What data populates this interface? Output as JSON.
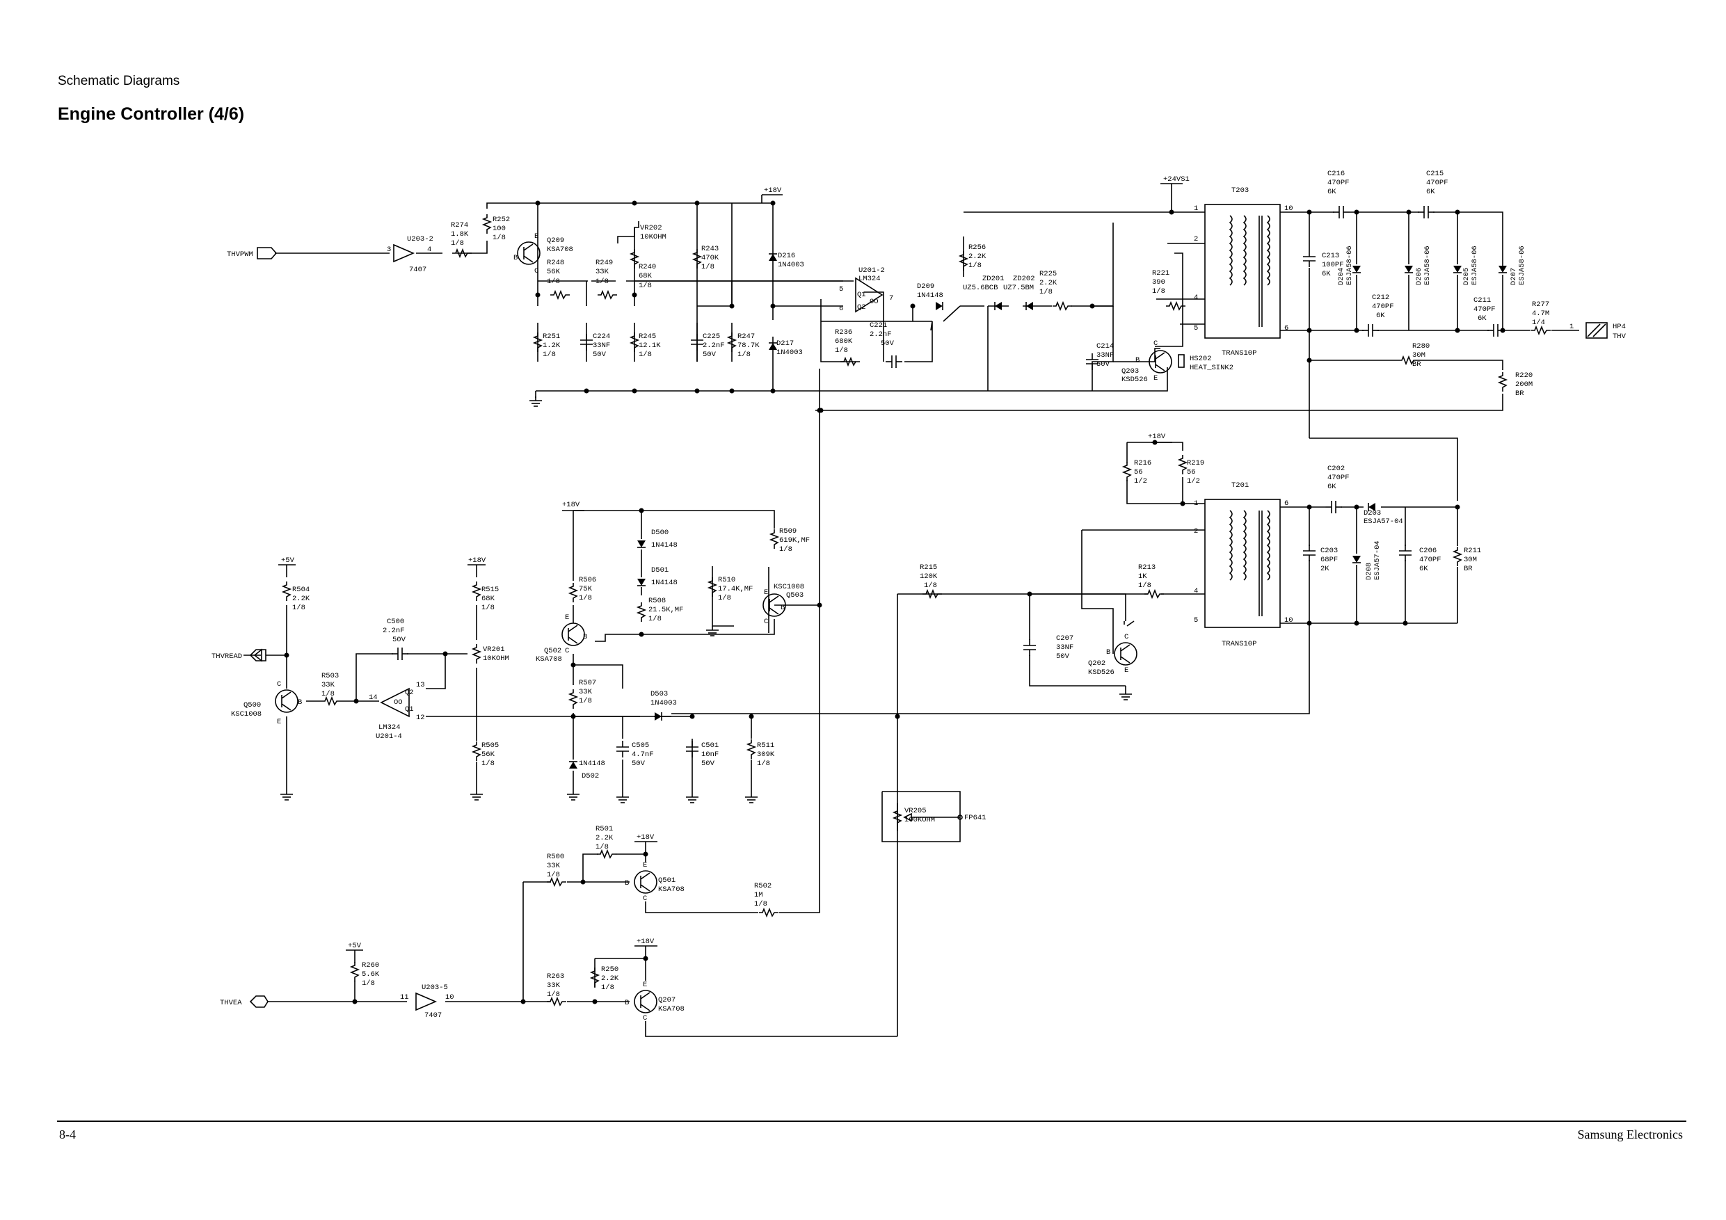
{
  "header": {
    "section": "Schematic Diagrams",
    "title": "Engine Controller (4/6)"
  },
  "footer": {
    "page_number": "8-4",
    "brand": "Samsung Electronics"
  },
  "labels": [
    {
      "id": "thvpwm",
      "t": "THVPWM"
    },
    {
      "id": "u2032",
      "t": "U203-2"
    },
    {
      "id": "p3a",
      "t": "3"
    },
    {
      "id": "p4a",
      "t": "4"
    },
    {
      "id": "i7407a",
      "t": "7407"
    },
    {
      "id": "r274a",
      "t": "R274"
    },
    {
      "id": "r274b",
      "t": "1.8K"
    },
    {
      "id": "r274c",
      "t": "1/8"
    },
    {
      "id": "r252a",
      "t": "R252"
    },
    {
      "id": "r252b",
      "t": "100"
    },
    {
      "id": "r252c",
      "t": "1/8"
    },
    {
      "id": "q209a",
      "t": "Q209"
    },
    {
      "id": "q209b",
      "t": "KSA708"
    },
    {
      "id": "q209e",
      "t": "E"
    },
    {
      "id": "q209bb",
      "t": "B"
    },
    {
      "id": "q209c",
      "t": "C"
    },
    {
      "id": "r248a",
      "t": "R248"
    },
    {
      "id": "r248b",
      "t": "56K"
    },
    {
      "id": "r248c",
      "t": "1/8"
    },
    {
      "id": "r249a",
      "t": "R249"
    },
    {
      "id": "r249b",
      "t": "33K"
    },
    {
      "id": "r249c",
      "t": "1/8"
    },
    {
      "id": "vr202a",
      "t": "VR202"
    },
    {
      "id": "vr202b",
      "t": "10KOHM"
    },
    {
      "id": "r240a",
      "t": "R240"
    },
    {
      "id": "r240b",
      "t": "68K"
    },
    {
      "id": "r240c",
      "t": "1/8"
    },
    {
      "id": "r243a",
      "t": "R243"
    },
    {
      "id": "r243b",
      "t": "470K"
    },
    {
      "id": "r243c",
      "t": "1/8"
    },
    {
      "id": "v18a",
      "t": "+18V"
    },
    {
      "id": "d216a",
      "t": "D216"
    },
    {
      "id": "d216b",
      "t": "1N4003"
    },
    {
      "id": "u2012a",
      "t": "U201-2"
    },
    {
      "id": "u2012b",
      "t": "LM324"
    },
    {
      "id": "u2012q1",
      "t": "Q1"
    },
    {
      "id": "u2012q2",
      "t": "Q2"
    },
    {
      "id": "u2012oo",
      "t": "OO"
    },
    {
      "id": "p5",
      "t": "5"
    },
    {
      "id": "p6",
      "t": "6"
    },
    {
      "id": "p7",
      "t": "7"
    },
    {
      "id": "r251a",
      "t": "R251"
    },
    {
      "id": "r251b",
      "t": "1.2K"
    },
    {
      "id": "r251c",
      "t": "1/8"
    },
    {
      "id": "c224a",
      "t": "C224"
    },
    {
      "id": "c224b",
      "t": "33NF"
    },
    {
      "id": "c224c",
      "t": "50V"
    },
    {
      "id": "r245a",
      "t": "R245"
    },
    {
      "id": "r245b",
      "t": "12.1K"
    },
    {
      "id": "r245c",
      "t": "1/8"
    },
    {
      "id": "c225a",
      "t": "C225"
    },
    {
      "id": "c225b",
      "t": "2.2nF"
    },
    {
      "id": "c225c",
      "t": "50V"
    },
    {
      "id": "r247a",
      "t": "R247"
    },
    {
      "id": "r247b",
      "t": "78.7K"
    },
    {
      "id": "r247c",
      "t": "1/8"
    },
    {
      "id": "d217a",
      "t": "D217"
    },
    {
      "id": "d217b",
      "t": "1N4003"
    },
    {
      "id": "r236a",
      "t": "R236"
    },
    {
      "id": "r236b",
      "t": "680K"
    },
    {
      "id": "r236c",
      "t": "1/8"
    },
    {
      "id": "c221a",
      "t": "C221"
    },
    {
      "id": "c221b",
      "t": "2.2nF"
    },
    {
      "id": "c221c",
      "t": "50V"
    },
    {
      "id": "d209a",
      "t": "D209"
    },
    {
      "id": "d209b",
      "t": "1N4148"
    },
    {
      "id": "r256a",
      "t": "R256"
    },
    {
      "id": "r256b",
      "t": "2.2K"
    },
    {
      "id": "r256c",
      "t": "1/8"
    },
    {
      "id": "zd201a",
      "t": "ZD201"
    },
    {
      "id": "zd201b",
      "t": "UZ5.6BCB"
    },
    {
      "id": "zd202a",
      "t": "ZD202"
    },
    {
      "id": "zd202b",
      "t": "UZ7.5BM"
    },
    {
      "id": "r225a",
      "t": "R225"
    },
    {
      "id": "r225b",
      "t": "2.2K"
    },
    {
      "id": "r225c",
      "t": "1/8"
    },
    {
      "id": "v24",
      "t": "+24VS1"
    },
    {
      "id": "t203",
      "t": "T203"
    },
    {
      "id": "t203p1",
      "t": "1"
    },
    {
      "id": "t203p2",
      "t": "2"
    },
    {
      "id": "t203p4",
      "t": "4"
    },
    {
      "id": "t203p5",
      "t": "5"
    },
    {
      "id": "t203p10",
      "t": "10"
    },
    {
      "id": "t203p6",
      "t": "6"
    },
    {
      "id": "r221a",
      "t": "R221"
    },
    {
      "id": "r221b",
      "t": "390"
    },
    {
      "id": "r221c",
      "t": "1/8"
    },
    {
      "id": "c214a",
      "t": "C214"
    },
    {
      "id": "c214b",
      "t": "33NF"
    },
    {
      "id": "c214c",
      "t": "50V"
    },
    {
      "id": "q203a",
      "t": "Q203"
    },
    {
      "id": "q203b",
      "t": "KSD526"
    },
    {
      "id": "q203c",
      "t": "C"
    },
    {
      "id": "q203bb",
      "t": "B"
    },
    {
      "id": "q203e",
      "t": "E"
    },
    {
      "id": "hs202a",
      "t": "HS202"
    },
    {
      "id": "hs202b",
      "t": "HEAT_SINK2"
    },
    {
      "id": "trans1",
      "t": "TRANS10P"
    },
    {
      "id": "c216a",
      "t": "C216"
    },
    {
      "id": "c216b",
      "t": "470PF"
    },
    {
      "id": "c216c",
      "t": "6K"
    },
    {
      "id": "c215a",
      "t": "C215"
    },
    {
      "id": "c215b",
      "t": "470PF"
    },
    {
      "id": "c215c",
      "t": "6K"
    },
    {
      "id": "c213a",
      "t": "C213"
    },
    {
      "id": "c213b",
      "t": "100PF"
    },
    {
      "id": "c213c",
      "t": "6K"
    },
    {
      "id": "d204a",
      "t": "D204"
    },
    {
      "id": "d204b",
      "t": "ESJA58-06"
    },
    {
      "id": "d206a",
      "t": "D206"
    },
    {
      "id": "d206b",
      "t": "ESJA58-06"
    },
    {
      "id": "d205a",
      "t": "D205"
    },
    {
      "id": "d205b",
      "t": "ESJA58-06"
    },
    {
      "id": "d207a",
      "t": "D207"
    },
    {
      "id": "d207b",
      "t": "ESJA58-06"
    },
    {
      "id": "c212a",
      "t": "C212"
    },
    {
      "id": "c212b",
      "t": "470PF"
    },
    {
      "id": "c212c",
      "t": "6K"
    },
    {
      "id": "c211a",
      "t": "C211"
    },
    {
      "id": "c211b",
      "t": "470PF"
    },
    {
      "id": "c211c",
      "t": "6K"
    },
    {
      "id": "r277a",
      "t": "R277"
    },
    {
      "id": "r277b",
      "t": "4.7M"
    },
    {
      "id": "r277c",
      "t": "1/4"
    },
    {
      "id": "hp4p",
      "t": "1"
    },
    {
      "id": "hp4a",
      "t": "HP4"
    },
    {
      "id": "hp4b",
      "t": "THV"
    },
    {
      "id": "r280a",
      "t": "R280"
    },
    {
      "id": "r280b",
      "t": "30M"
    },
    {
      "id": "r280c",
      "t": "BR"
    },
    {
      "id": "r220a",
      "t": "R220"
    },
    {
      "id": "r220b",
      "t": "200M"
    },
    {
      "id": "r220c",
      "t": "BR"
    },
    {
      "id": "v18b",
      "t": "+18V"
    },
    {
      "id": "r216a",
      "t": "R216"
    },
    {
      "id": "r216b",
      "t": "56"
    },
    {
      "id": "r216c",
      "t": "1/2"
    },
    {
      "id": "r219a",
      "t": "R219"
    },
    {
      "id": "r219b",
      "t": "56"
    },
    {
      "id": "r219c",
      "t": "1/2"
    },
    {
      "id": "t201",
      "t": "T201"
    },
    {
      "id": "t201p1",
      "t": "1"
    },
    {
      "id": "t201p2",
      "t": "2"
    },
    {
      "id": "t201p4",
      "t": "4"
    },
    {
      "id": "t201p5",
      "t": "5"
    },
    {
      "id": "t201p6",
      "t": "6"
    },
    {
      "id": "t201p10",
      "t": "10"
    },
    {
      "id": "c202a",
      "t": "C202"
    },
    {
      "id": "c202b",
      "t": "470PF"
    },
    {
      "id": "c202c",
      "t": "6K"
    },
    {
      "id": "d203a",
      "t": "D203"
    },
    {
      "id": "d203b",
      "t": "ESJA57-04"
    },
    {
      "id": "d208a",
      "t": "D208"
    },
    {
      "id": "d208b",
      "t": "ESJA57-04"
    },
    {
      "id": "c203a",
      "t": "C203"
    },
    {
      "id": "c203b",
      "t": "68PF"
    },
    {
      "id": "c203c",
      "t": "2K"
    },
    {
      "id": "c206a",
      "t": "C206"
    },
    {
      "id": "c206b",
      "t": "470PF"
    },
    {
      "id": "c206c",
      "t": "6K"
    },
    {
      "id": "r211a",
      "t": "R211"
    },
    {
      "id": "r211b",
      "t": "30M"
    },
    {
      "id": "r211c",
      "t": "BR"
    },
    {
      "id": "trans2",
      "t": "TRANS10P"
    },
    {
      "id": "r215a",
      "t": "R215"
    },
    {
      "id": "r215b",
      "t": "120K"
    },
    {
      "id": "r215c",
      "t": "1/8"
    },
    {
      "id": "r213a",
      "t": "R213"
    },
    {
      "id": "r213b",
      "t": "1K"
    },
    {
      "id": "r213c",
      "t": "1/8"
    },
    {
      "id": "c207a",
      "t": "C207"
    },
    {
      "id": "c207b",
      "t": "33NF"
    },
    {
      "id": "c207c",
      "t": "50V"
    },
    {
      "id": "q202a",
      "t": "Q202"
    },
    {
      "id": "q202b",
      "t": "KSD526"
    },
    {
      "id": "q202c",
      "t": "C"
    },
    {
      "id": "q202bb",
      "t": "B"
    },
    {
      "id": "q202e",
      "t": "E"
    },
    {
      "id": "v18c",
      "t": "+18V"
    },
    {
      "id": "d500a",
      "t": "D500"
    },
    {
      "id": "d500b",
      "t": "1N4148"
    },
    {
      "id": "d501a",
      "t": "D501"
    },
    {
      "id": "d501b",
      "t": "1N4148"
    },
    {
      "id": "r509a",
      "t": "R509"
    },
    {
      "id": "r509b",
      "t": "619K,MF"
    },
    {
      "id": "r509c",
      "t": "1/8"
    },
    {
      "id": "r510a",
      "t": "R510"
    },
    {
      "id": "r510b",
      "t": "17.4K,MF"
    },
    {
      "id": "r510c",
      "t": "1/8"
    },
    {
      "id": "r508a",
      "t": "R508"
    },
    {
      "id": "r508b",
      "t": "21.5K,MF"
    },
    {
      "id": "r508c",
      "t": "1/8"
    },
    {
      "id": "r506a",
      "t": "R506"
    },
    {
      "id": "r506b",
      "t": "75K"
    },
    {
      "id": "r506c",
      "t": "1/8"
    },
    {
      "id": "q503a",
      "t": "KSC1008"
    },
    {
      "id": "q503b",
      "t": "Q503"
    },
    {
      "id": "q503e",
      "t": "E"
    },
    {
      "id": "q503bb",
      "t": "B"
    },
    {
      "id": "q503c",
      "t": "C"
    },
    {
      "id": "q502a",
      "t": "Q502"
    },
    {
      "id": "q502b",
      "t": "KSA708"
    },
    {
      "id": "q502e",
      "t": "E"
    },
    {
      "id": "q502bb",
      "t": "B"
    },
    {
      "id": "q502c",
      "t": "C"
    },
    {
      "id": "r507a",
      "t": "R507"
    },
    {
      "id": "r507b",
      "t": "33K"
    },
    {
      "id": "r507c",
      "t": "1/8"
    },
    {
      "id": "d503a",
      "t": "D503"
    },
    {
      "id": "d503b",
      "t": "1N4003"
    },
    {
      "id": "d502a",
      "t": "1N4148"
    },
    {
      "id": "d502b",
      "t": "D502"
    },
    {
      "id": "c505a",
      "t": "C505"
    },
    {
      "id": "c505b",
      "t": "4.7nF"
    },
    {
      "id": "c505c",
      "t": "50V"
    },
    {
      "id": "c501a",
      "t": "C501"
    },
    {
      "id": "c501b",
      "t": "10nF"
    },
    {
      "id": "c501c",
      "t": "50V"
    },
    {
      "id": "r511a",
      "t": "R511"
    },
    {
      "id": "r511b",
      "t": "309K"
    },
    {
      "id": "r511c",
      "t": "1/8"
    },
    {
      "id": "v5a",
      "t": "+5V"
    },
    {
      "id": "r504a",
      "t": "R504"
    },
    {
      "id": "r504b",
      "t": "2.2K"
    },
    {
      "id": "r504c",
      "t": "1/8"
    },
    {
      "id": "thvread",
      "t": "THVREAD"
    },
    {
      "id": "q500a",
      "t": "Q500"
    },
    {
      "id": "q500b",
      "t": "KSC1008"
    },
    {
      "id": "q500c",
      "t": "C"
    },
    {
      "id": "q500bb",
      "t": "B"
    },
    {
      "id": "q500e",
      "t": "E"
    },
    {
      "id": "r503a",
      "t": "R503"
    },
    {
      "id": "r503b",
      "t": "33K"
    },
    {
      "id": "r503c",
      "t": "1/8"
    },
    {
      "id": "c500a",
      "t": "C500"
    },
    {
      "id": "c500b",
      "t": "2.2nF"
    },
    {
      "id": "c500c",
      "t": "50V"
    },
    {
      "id": "v18d",
      "t": "+18V"
    },
    {
      "id": "r515a",
      "t": "R515"
    },
    {
      "id": "r515b",
      "t": "68K"
    },
    {
      "id": "r515c",
      "t": "1/8"
    },
    {
      "id": "vr201a",
      "t": "VR201"
    },
    {
      "id": "vr201b",
      "t": "10KOHM"
    },
    {
      "id": "u2014a",
      "t": "LM324"
    },
    {
      "id": "u2014b",
      "t": "U201-4"
    },
    {
      "id": "u2014q1",
      "t": "Q1"
    },
    {
      "id": "u2014q2",
      "t": "Q2"
    },
    {
      "id": "u2014oo",
      "t": "OO"
    },
    {
      "id": "p14",
      "t": "14"
    },
    {
      "id": "p13",
      "t": "13"
    },
    {
      "id": "p12",
      "t": "12"
    },
    {
      "id": "r505a",
      "t": "R505"
    },
    {
      "id": "r505b",
      "t": "56K"
    },
    {
      "id": "r505c",
      "t": "1/8"
    },
    {
      "id": "vr205a",
      "t": "VR205"
    },
    {
      "id": "vr205b",
      "t": "100KOHM"
    },
    {
      "id": "fp641",
      "t": "FP641"
    },
    {
      "id": "r501a",
      "t": "R501"
    },
    {
      "id": "r501b",
      "t": "2.2K"
    },
    {
      "id": "r501c",
      "t": "1/8"
    },
    {
      "id": "v18e",
      "t": "+18V"
    },
    {
      "id": "r500a",
      "t": "R500"
    },
    {
      "id": "r500b",
      "t": "33K"
    },
    {
      "id": "r500c",
      "t": "1/8"
    },
    {
      "id": "q501a",
      "t": "Q501"
    },
    {
      "id": "q501b",
      "t": "KSA708"
    },
    {
      "id": "q501e",
      "t": "E"
    },
    {
      "id": "q501bb",
      "t": "B"
    },
    {
      "id": "q501c",
      "t": "C"
    },
    {
      "id": "r502a",
      "t": "R502"
    },
    {
      "id": "r502b",
      "t": "1M"
    },
    {
      "id": "r502c",
      "t": "1/8"
    },
    {
      "id": "v18f",
      "t": "+18V"
    },
    {
      "id": "v5b",
      "t": "+5V"
    },
    {
      "id": "r260a",
      "t": "R260"
    },
    {
      "id": "r260b",
      "t": "5.6K"
    },
    {
      "id": "r260c",
      "t": "1/8"
    },
    {
      "id": "thvea",
      "t": "THVEA"
    },
    {
      "id": "u2035",
      "t": "U203-5"
    },
    {
      "id": "p11",
      "t": "11"
    },
    {
      "id": "p10",
      "t": "10"
    },
    {
      "id": "i7407b",
      "t": "7407"
    },
    {
      "id": "r263a",
      "t": "R263"
    },
    {
      "id": "r263b",
      "t": "33K"
    },
    {
      "id": "r263c",
      "t": "1/8"
    },
    {
      "id": "r250a",
      "t": "R250"
    },
    {
      "id": "r250b",
      "t": "2.2K"
    },
    {
      "id": "r250c",
      "t": "1/8"
    },
    {
      "id": "q207a",
      "t": "Q207"
    },
    {
      "id": "q207b",
      "t": "KSA708"
    },
    {
      "id": "q207e",
      "t": "E"
    },
    {
      "id": "q207bb",
      "t": "B"
    },
    {
      "id": "q207c",
      "t": "C"
    }
  ]
}
